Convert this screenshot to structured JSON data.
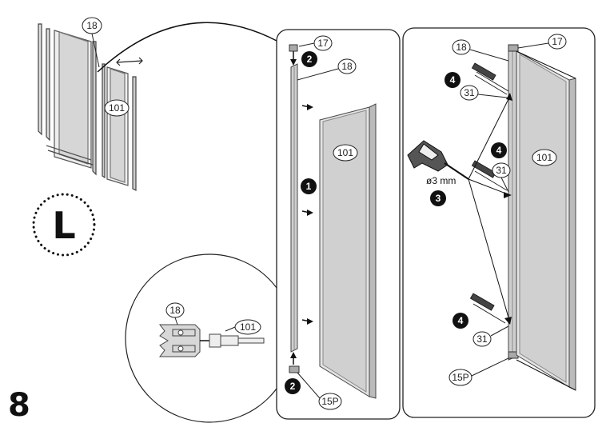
{
  "step_number": "8",
  "orientation_label": "L",
  "callouts": {
    "p18": "18",
    "p17": "17",
    "p101": "101",
    "p31": "31",
    "p15P": "15P"
  },
  "steps": {
    "s1": "1",
    "s2": "2",
    "s3": "3",
    "s4": "4"
  },
  "drill_size": "ø3 mm"
}
